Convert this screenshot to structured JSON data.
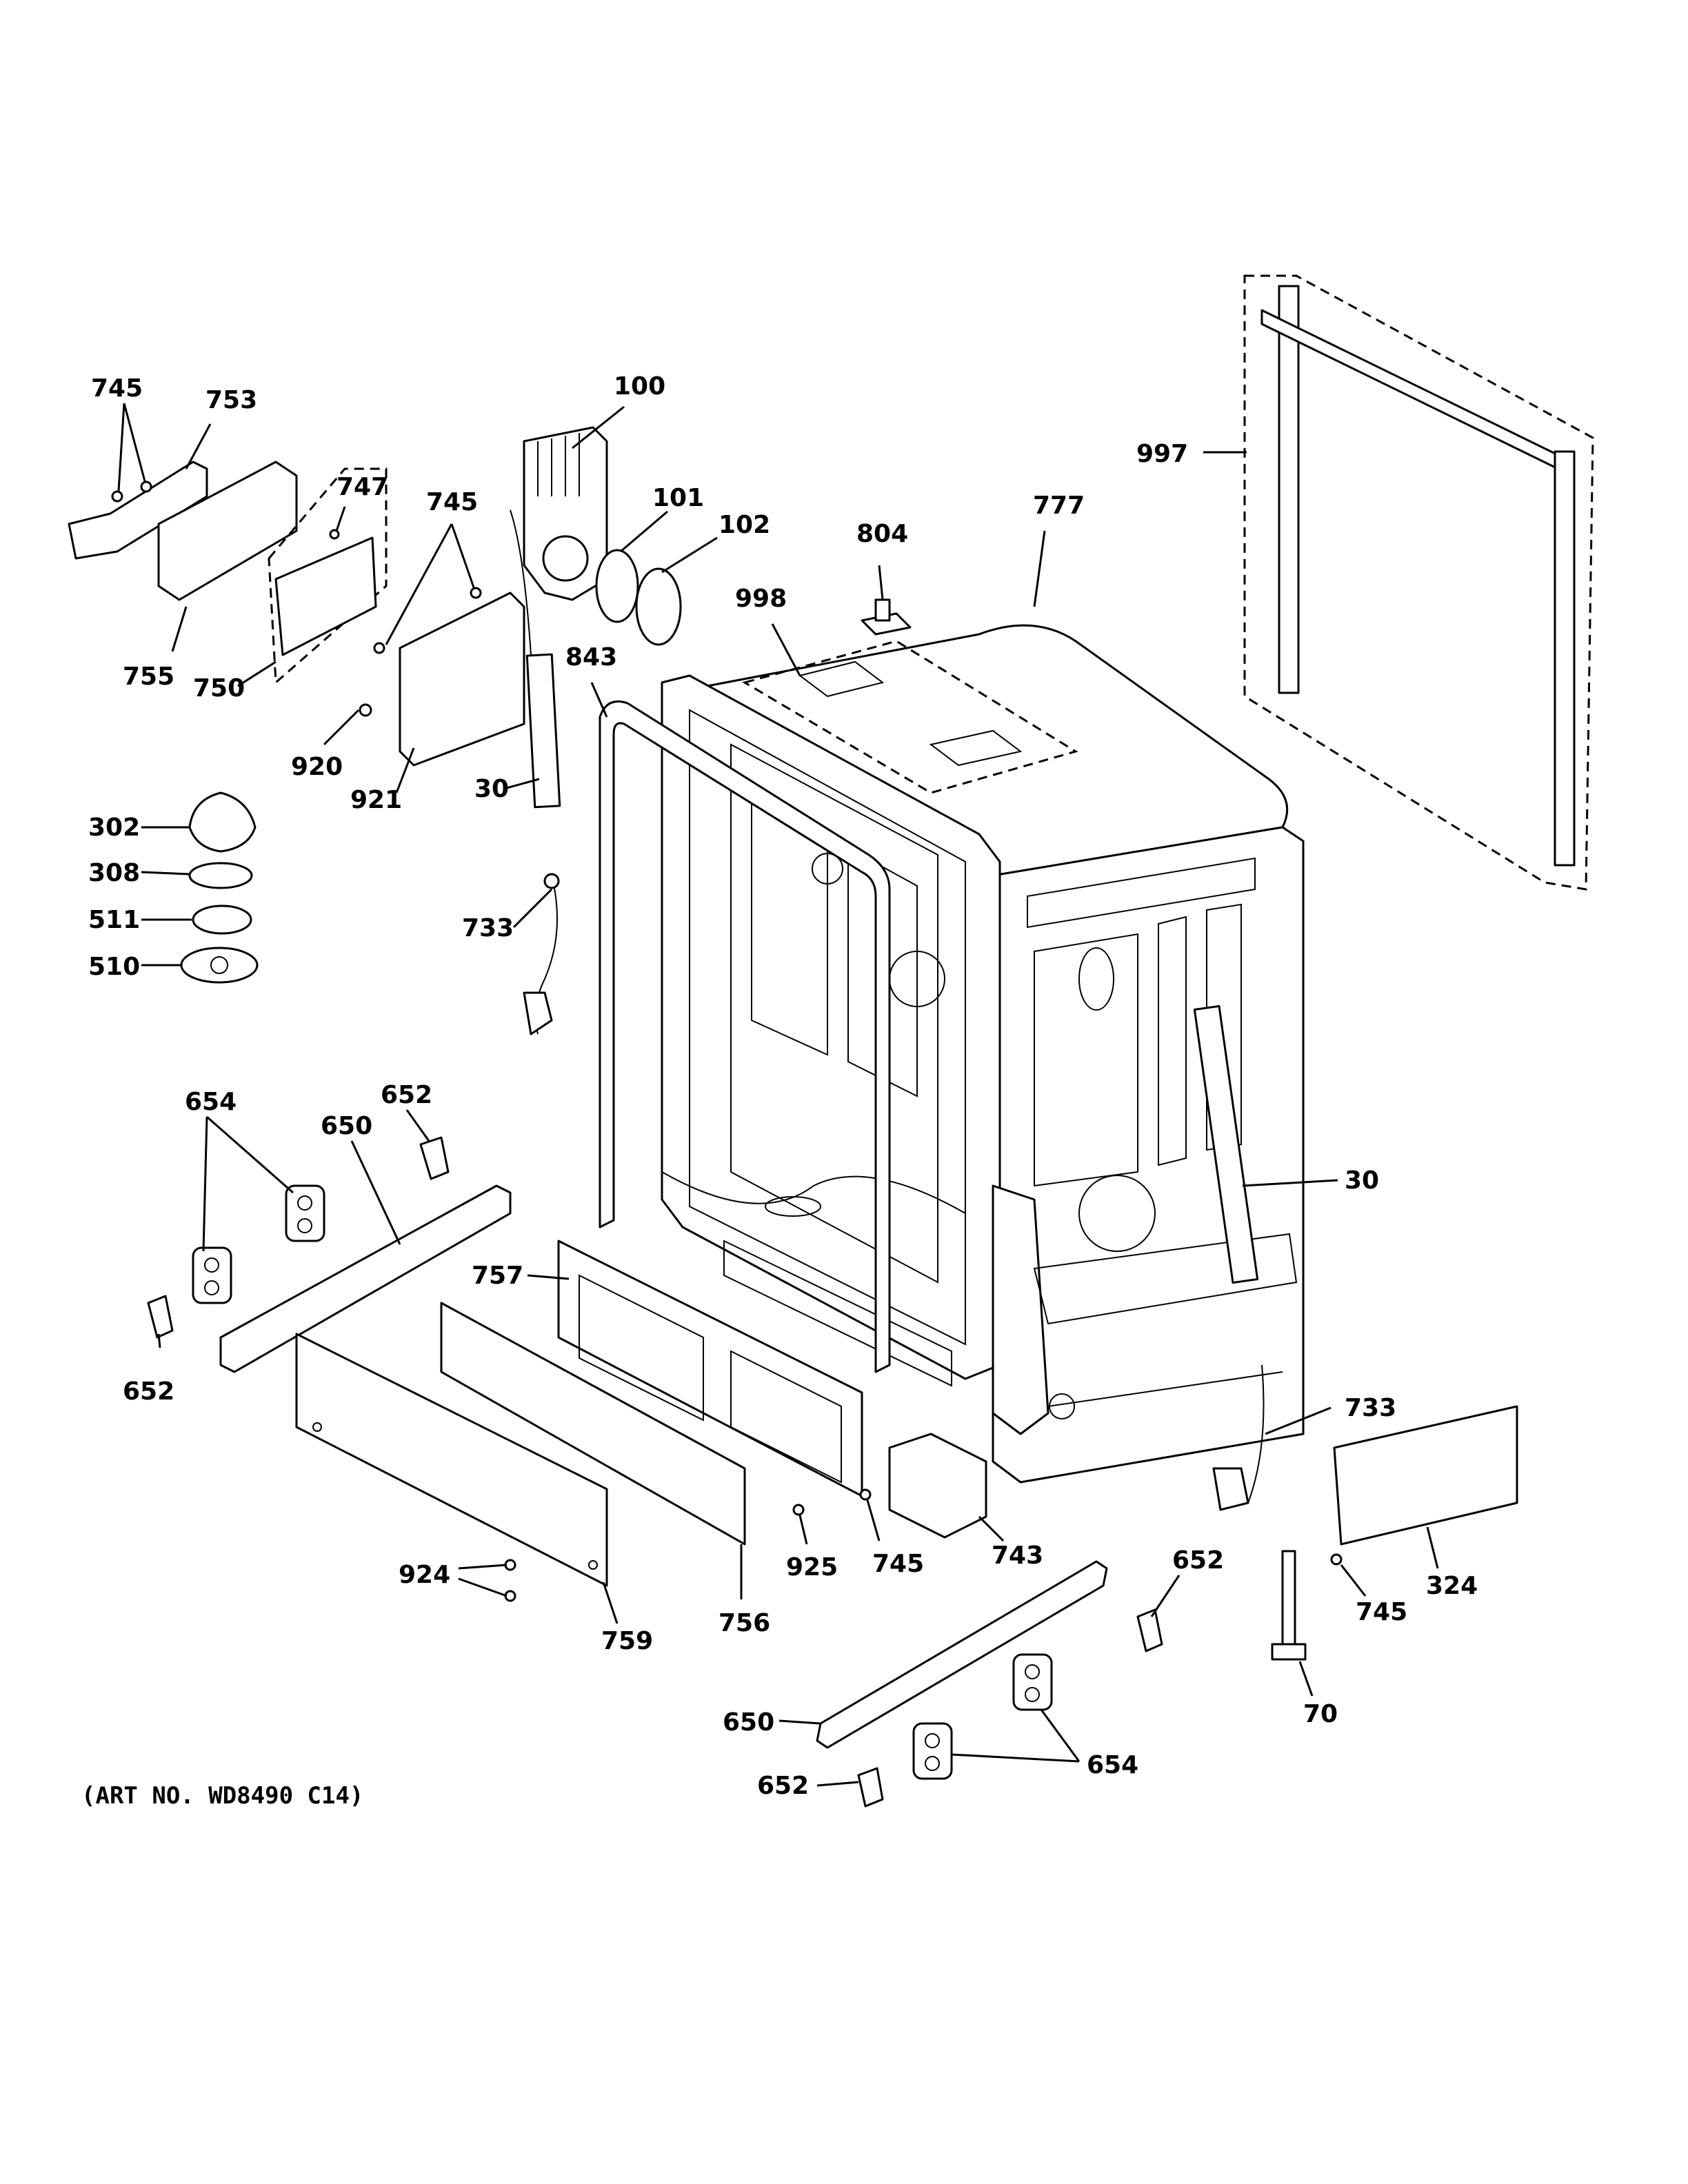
{
  "art_number": "(ART NO. WD8490 C14)",
  "callouts": {
    "c745_a": "745",
    "c753": "753",
    "c747": "747",
    "c745_b": "745",
    "c100": "100",
    "c101": "101",
    "c102": "102",
    "c804": "804",
    "c777": "777",
    "c997": "997",
    "c998": "998",
    "c843": "843",
    "c755": "755",
    "c750": "750",
    "c920": "920",
    "c921": "921",
    "c30_a": "30",
    "c302": "302",
    "c308": "308",
    "c511": "511",
    "c510": "510",
    "c733_a": "733",
    "c654_a": "654",
    "c652_a": "652",
    "c650_a": "650",
    "c30_b": "30",
    "c757": "757",
    "c652_b": "652",
    "c733_b": "733",
    "c924": "924",
    "c925": "925",
    "c745_c": "745",
    "c743": "743",
    "c652_c": "652",
    "c745_d": "745",
    "c324": "324",
    "c759": "759",
    "c756": "756",
    "c70": "70",
    "c650_b": "650",
    "c654_b": "654",
    "c652_d": "652"
  }
}
